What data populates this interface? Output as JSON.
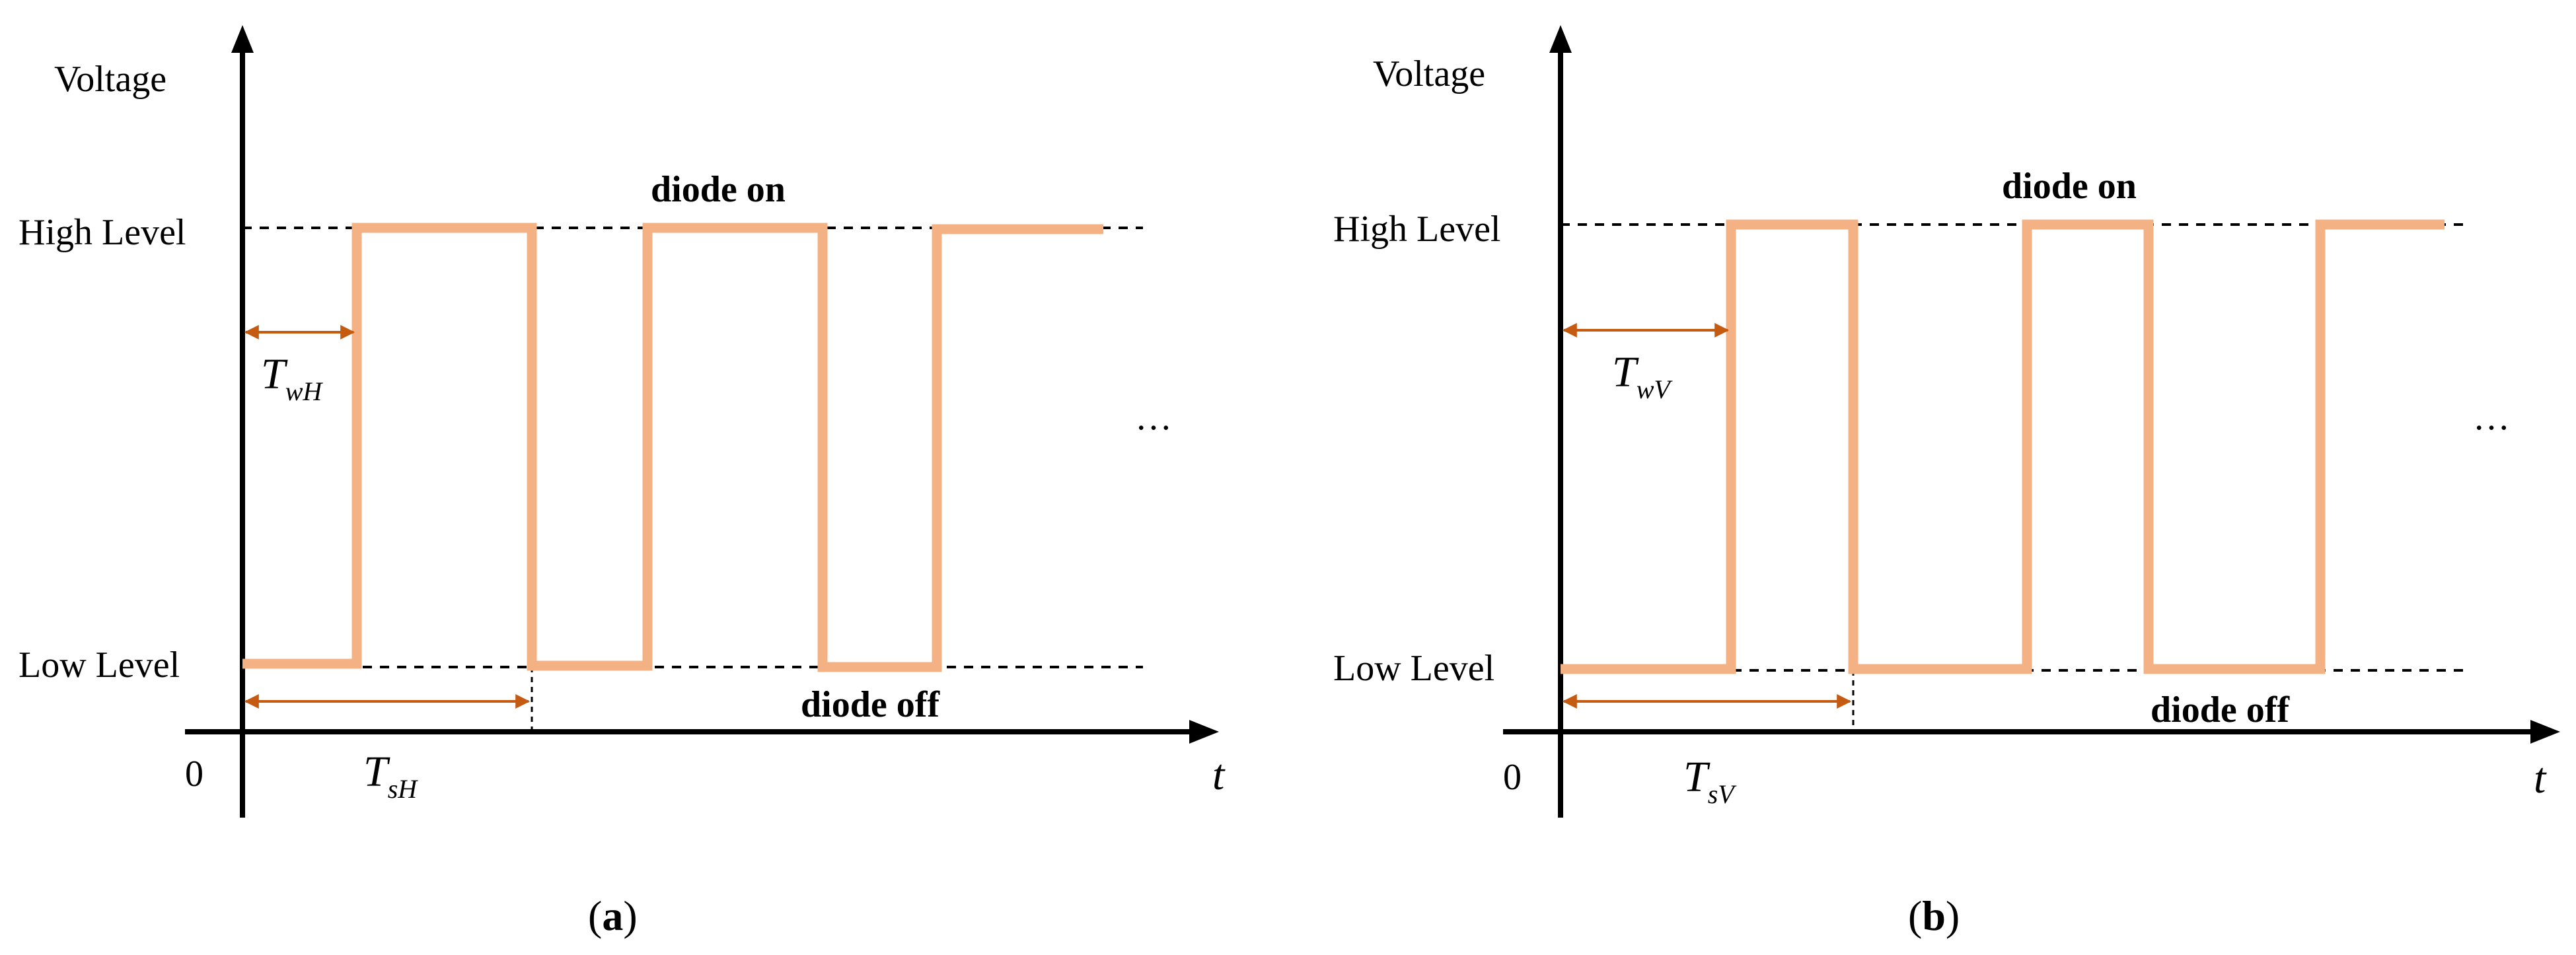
{
  "colors": {
    "waveform": "#F4B183",
    "arrow": "#C55A11",
    "axis": "#000000"
  },
  "panels": [
    {
      "id": "a",
      "y_axis_label": "Voltage",
      "x_axis_label": "t",
      "origin_label": "0",
      "high_label": "High Level",
      "low_label": "Low Level",
      "on_label": "diode on",
      "off_label": "diode off",
      "tw_main": "T",
      "tw_sub": "wH",
      "ts_main": "T",
      "ts_sub": "sH",
      "ellipsis": "…",
      "caption_open": "(",
      "caption_letter": "a",
      "caption_close": ")"
    },
    {
      "id": "b",
      "y_axis_label": "Voltage",
      "x_axis_label": "t",
      "origin_label": "0",
      "high_label": "High Level",
      "low_label": "Low Level",
      "on_label": "diode on",
      "off_label": "diode off",
      "tw_main": "T",
      "tw_sub": "wV",
      "ts_main": "T",
      "ts_sub": "sV",
      "ellipsis": "…",
      "caption_open": "(",
      "caption_letter": "b",
      "caption_close": ")"
    }
  ]
}
